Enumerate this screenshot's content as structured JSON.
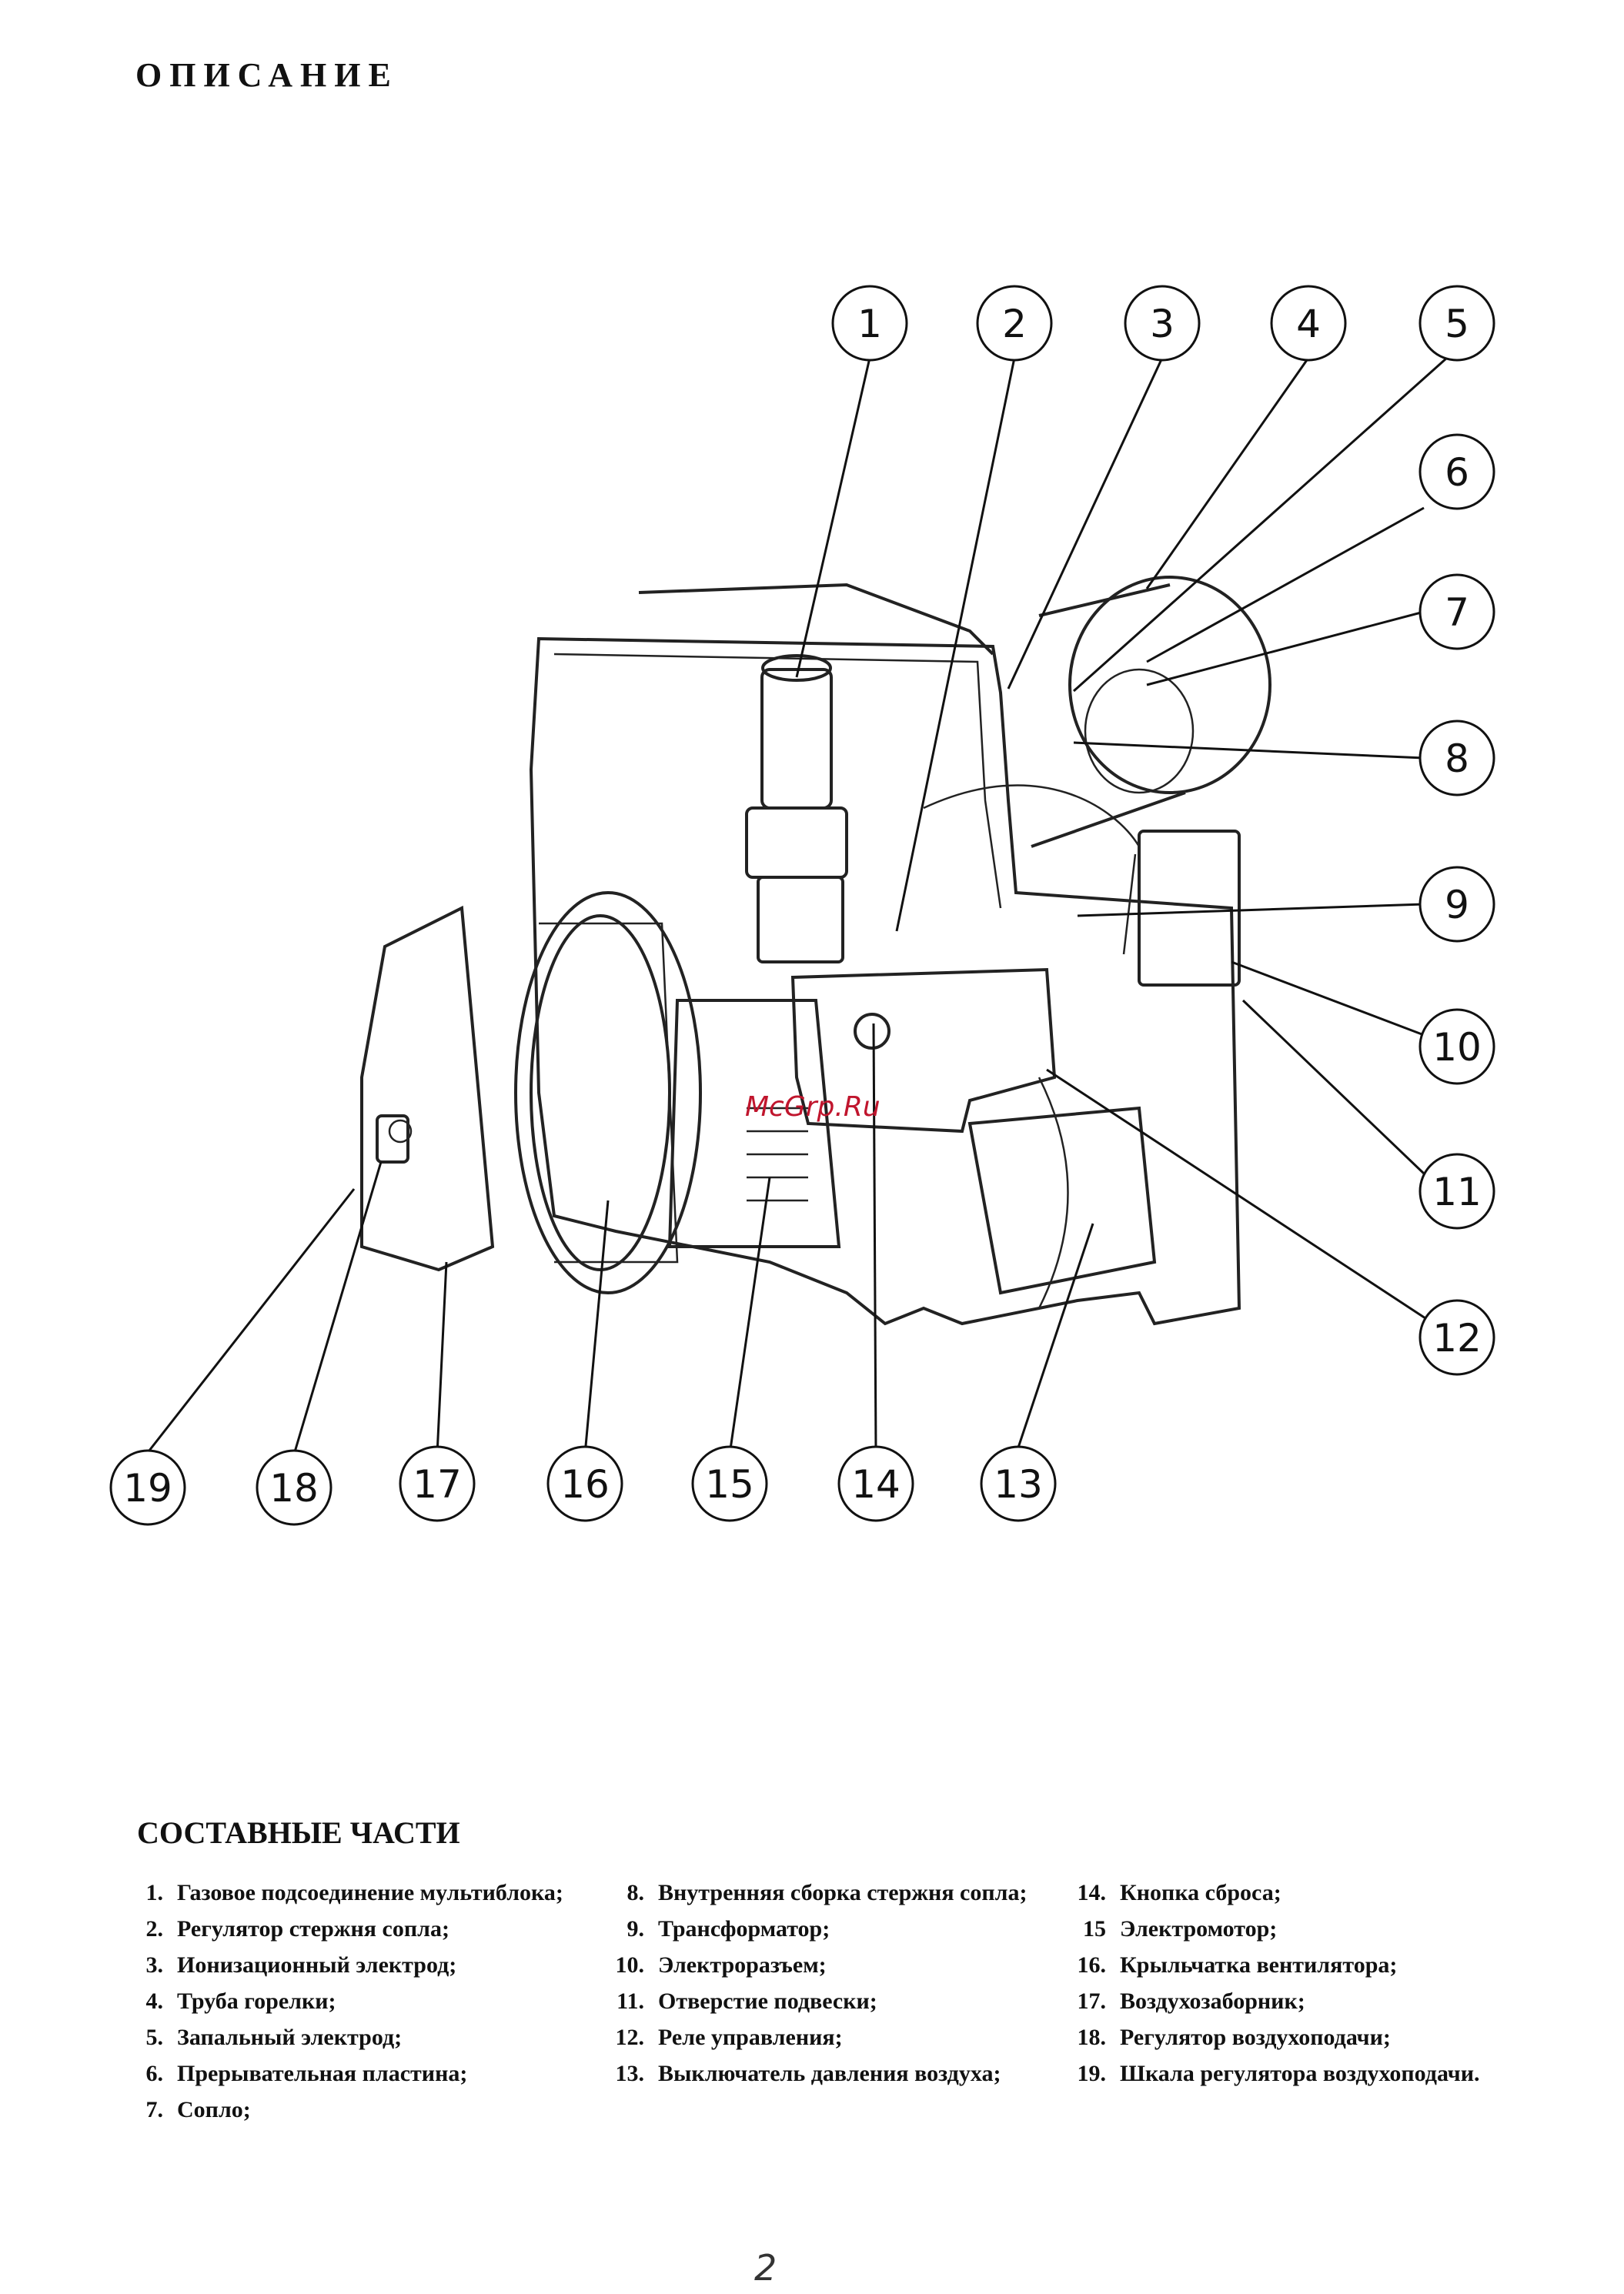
{
  "page": {
    "title": "ОПИСАНИЕ",
    "page_number": "2"
  },
  "figure": {
    "watermark": "McGrp.Ru",
    "callouts": [
      "1",
      "2",
      "3",
      "4",
      "5",
      "6",
      "7",
      "8",
      "9",
      "10",
      "11",
      "12",
      "13",
      "14",
      "15",
      "16",
      "17",
      "18",
      "19"
    ]
  },
  "parts": {
    "heading": "СОСТАВНЫЕ ЧАСТИ",
    "column1": [
      {
        "n": "1.",
        "t": "Газовое подсоединение мультиблока;"
      },
      {
        "n": "2.",
        "t": "Регулятор стержня сопла;"
      },
      {
        "n": "3.",
        "t": "Ионизационный электрод;"
      },
      {
        "n": "4.",
        "t": "Труба горелки;"
      },
      {
        "n": "5.",
        "t": "Запальный электрод;"
      },
      {
        "n": "6.",
        "t": "Прерывательная пластина;"
      },
      {
        "n": "7.",
        "t": "Сопло;"
      }
    ],
    "column2": [
      {
        "n": "8.",
        "t": "Внутренняя сборка стержня сопла;"
      },
      {
        "n": "9.",
        "t": "Трансформатор;"
      },
      {
        "n": "10.",
        "t": "Электроразъем;"
      },
      {
        "n": "11.",
        "t": "Отверстие подвески;"
      },
      {
        "n": "12.",
        "t": "Реле управления;"
      },
      {
        "n": "13.",
        "t": "Выключатель давления воздуха;"
      }
    ],
    "column3": [
      {
        "n": "14.",
        "t": "Кнопка сброса;"
      },
      {
        "n": "15",
        "t": "Электромотор;"
      },
      {
        "n": "16.",
        "t": "Крыльчатка вентилятора;"
      },
      {
        "n": "17.",
        "t": "Воздухозаборник;"
      },
      {
        "n": "18.",
        "t": "Регулятор воздухоподачи;"
      },
      {
        "n": "19.",
        "t": "Шкала регулятора воздухоподачи."
      }
    ]
  }
}
